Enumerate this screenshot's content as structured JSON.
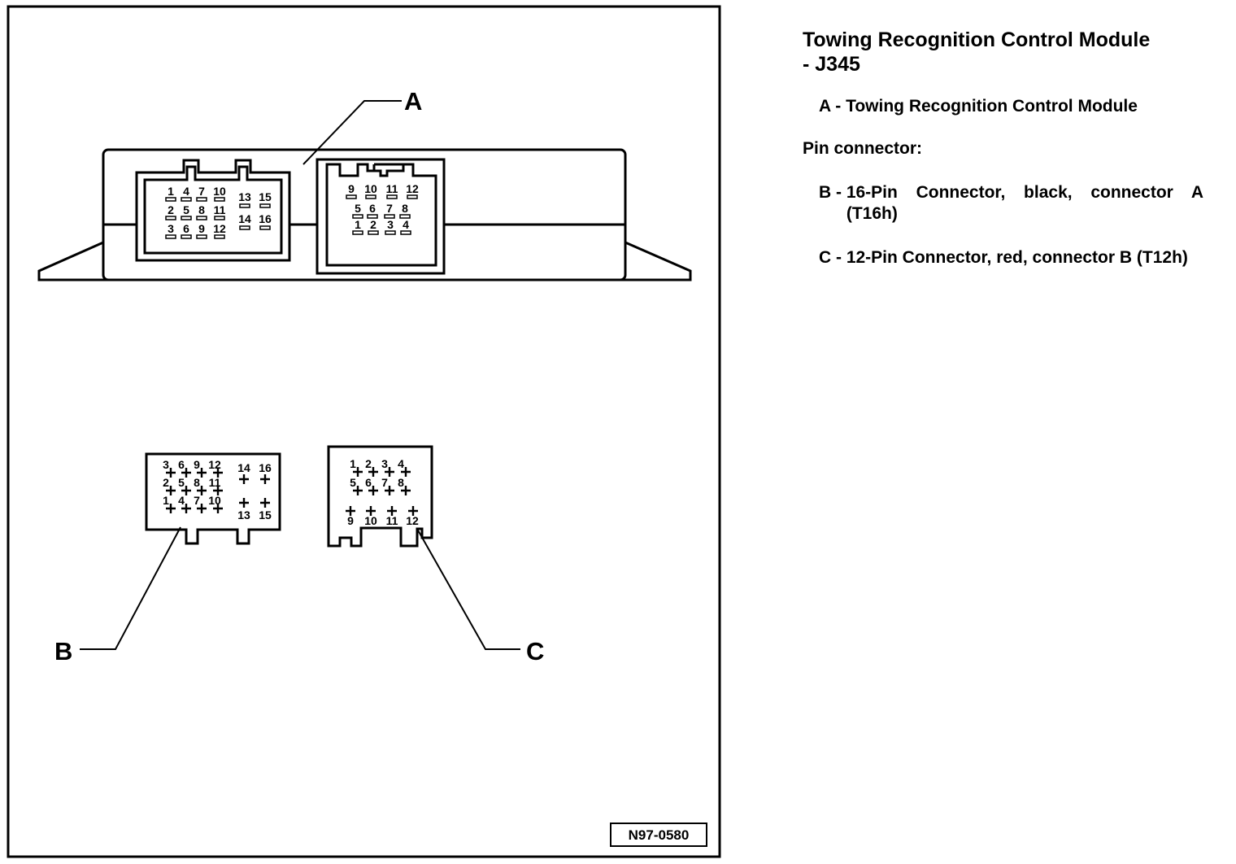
{
  "legend": {
    "title_line1": "Towing Recognition Control Module",
    "title_line2": "- J345",
    "items": [
      {
        "letter": "A - ",
        "text": "Towing Recognition Control Module"
      },
      {
        "letter": "B - ",
        "text": "16-Pin Connector, black, connector A (T16h)"
      },
      {
        "letter": "C - ",
        "text": "12-Pin Connector, red, connector B (T12h)"
      }
    ],
    "subheading": "Pin connector:"
  },
  "diagram": {
    "callouts": {
      "a": "A",
      "b": "B",
      "c": "C"
    },
    "figure_number": "N97-0580",
    "module_16pin_rows": [
      [
        "1",
        "4",
        "7",
        "10"
      ],
      [
        "2",
        "5",
        "8",
        "11"
      ],
      [
        "3",
        "6",
        "9",
        "12"
      ]
    ],
    "module_16pin_extra": [
      "13",
      "15",
      "14",
      "16"
    ],
    "module_12pin_top": [
      "9",
      "10",
      "11",
      "12"
    ],
    "module_12pin_mid": [
      "5",
      "6",
      "7",
      "8"
    ],
    "module_12pin_bottom": [
      "1",
      "2",
      "3",
      "4"
    ],
    "b_rows": [
      [
        "3",
        "6",
        "9",
        "12"
      ],
      [
        "2",
        "5",
        "8",
        "11"
      ],
      [
        "1",
        "4",
        "7",
        "10"
      ]
    ],
    "b_extra_top": [
      "14",
      "16"
    ],
    "b_extra_bottom": [
      "13",
      "15"
    ],
    "c_top": [
      "1",
      "2",
      "3",
      "4"
    ],
    "c_mid": [
      "5",
      "6",
      "7",
      "8"
    ],
    "c_bottom": [
      "9",
      "10",
      "11",
      "12"
    ]
  }
}
